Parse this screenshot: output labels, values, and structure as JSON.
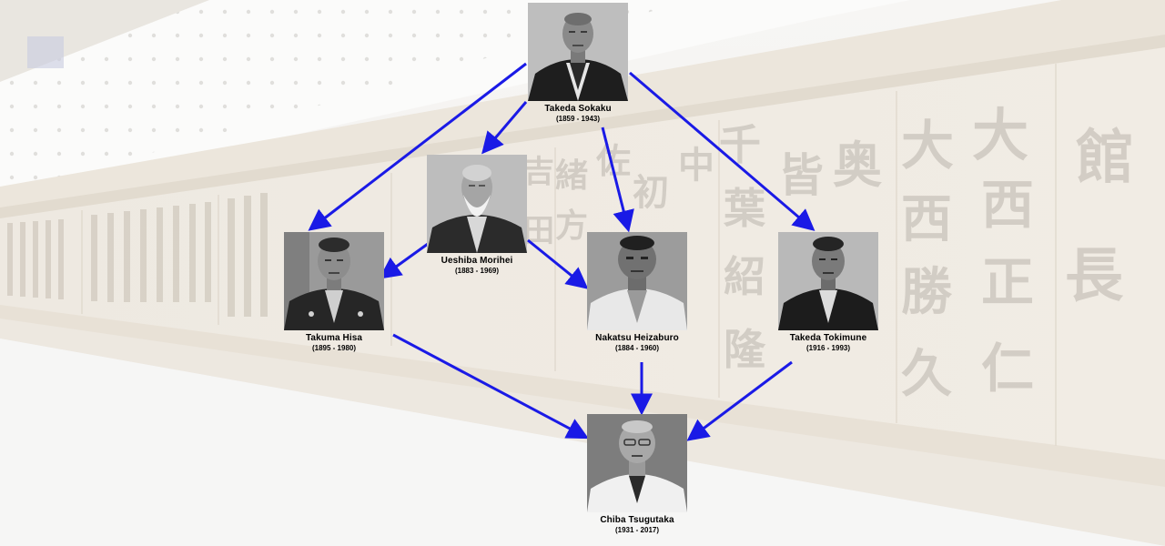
{
  "lineage": {
    "arrow_color": "#1a1ae6",
    "people": [
      {
        "id": "takeda-sokaku",
        "name": "Takeda Sokaku",
        "dates": "(1859 - 1943)"
      },
      {
        "id": "ueshiba-morihei",
        "name": "Ueshiba Morihei",
        "dates": "(1883 - 1969)"
      },
      {
        "id": "takuma-hisa",
        "name": "Takuma Hisa",
        "dates": "(1895 - 1980)"
      },
      {
        "id": "nakatsu-heizaburo",
        "name": "Nakatsu Heizaburo",
        "dates": "(1884 - 1960)"
      },
      {
        "id": "takeda-tokimune",
        "name": "Takeda Tokimune",
        "dates": "(1916 - 1993)"
      },
      {
        "id": "chiba-tsugutaka",
        "name": "Chiba Tsugutaka",
        "dates": "(1931 - 2017)"
      }
    ],
    "links": [
      {
        "from": "Takeda Sokaku",
        "to": "Ueshiba Morihei"
      },
      {
        "from": "Takeda Sokaku",
        "to": "Takuma Hisa"
      },
      {
        "from": "Takeda Sokaku",
        "to": "Nakatsu Heizaburo"
      },
      {
        "from": "Takeda Sokaku",
        "to": "Takeda Tokimune"
      },
      {
        "from": "Ueshiba Morihei",
        "to": "Takuma Hisa"
      },
      {
        "from": "Ueshiba Morihei",
        "to": "Nakatsu Heizaburo"
      },
      {
        "from": "Takuma Hisa",
        "to": "Chiba Tsugutaka"
      },
      {
        "from": "Nakatsu Heizaburo",
        "to": "Chiba Tsugutaka"
      },
      {
        "from": "Takeda Tokimune",
        "to": "Chiba Tsugutaka"
      }
    ]
  },
  "background": {
    "name_board_characters": [
      "館",
      "長",
      "大",
      "西",
      "正",
      "仁",
      "大",
      "西",
      "勝",
      "久",
      "奥",
      "皆",
      "千",
      "葉",
      "紹",
      "隆",
      "中",
      "初",
      "佐",
      "緒",
      "吉",
      "田",
      "方"
    ]
  }
}
